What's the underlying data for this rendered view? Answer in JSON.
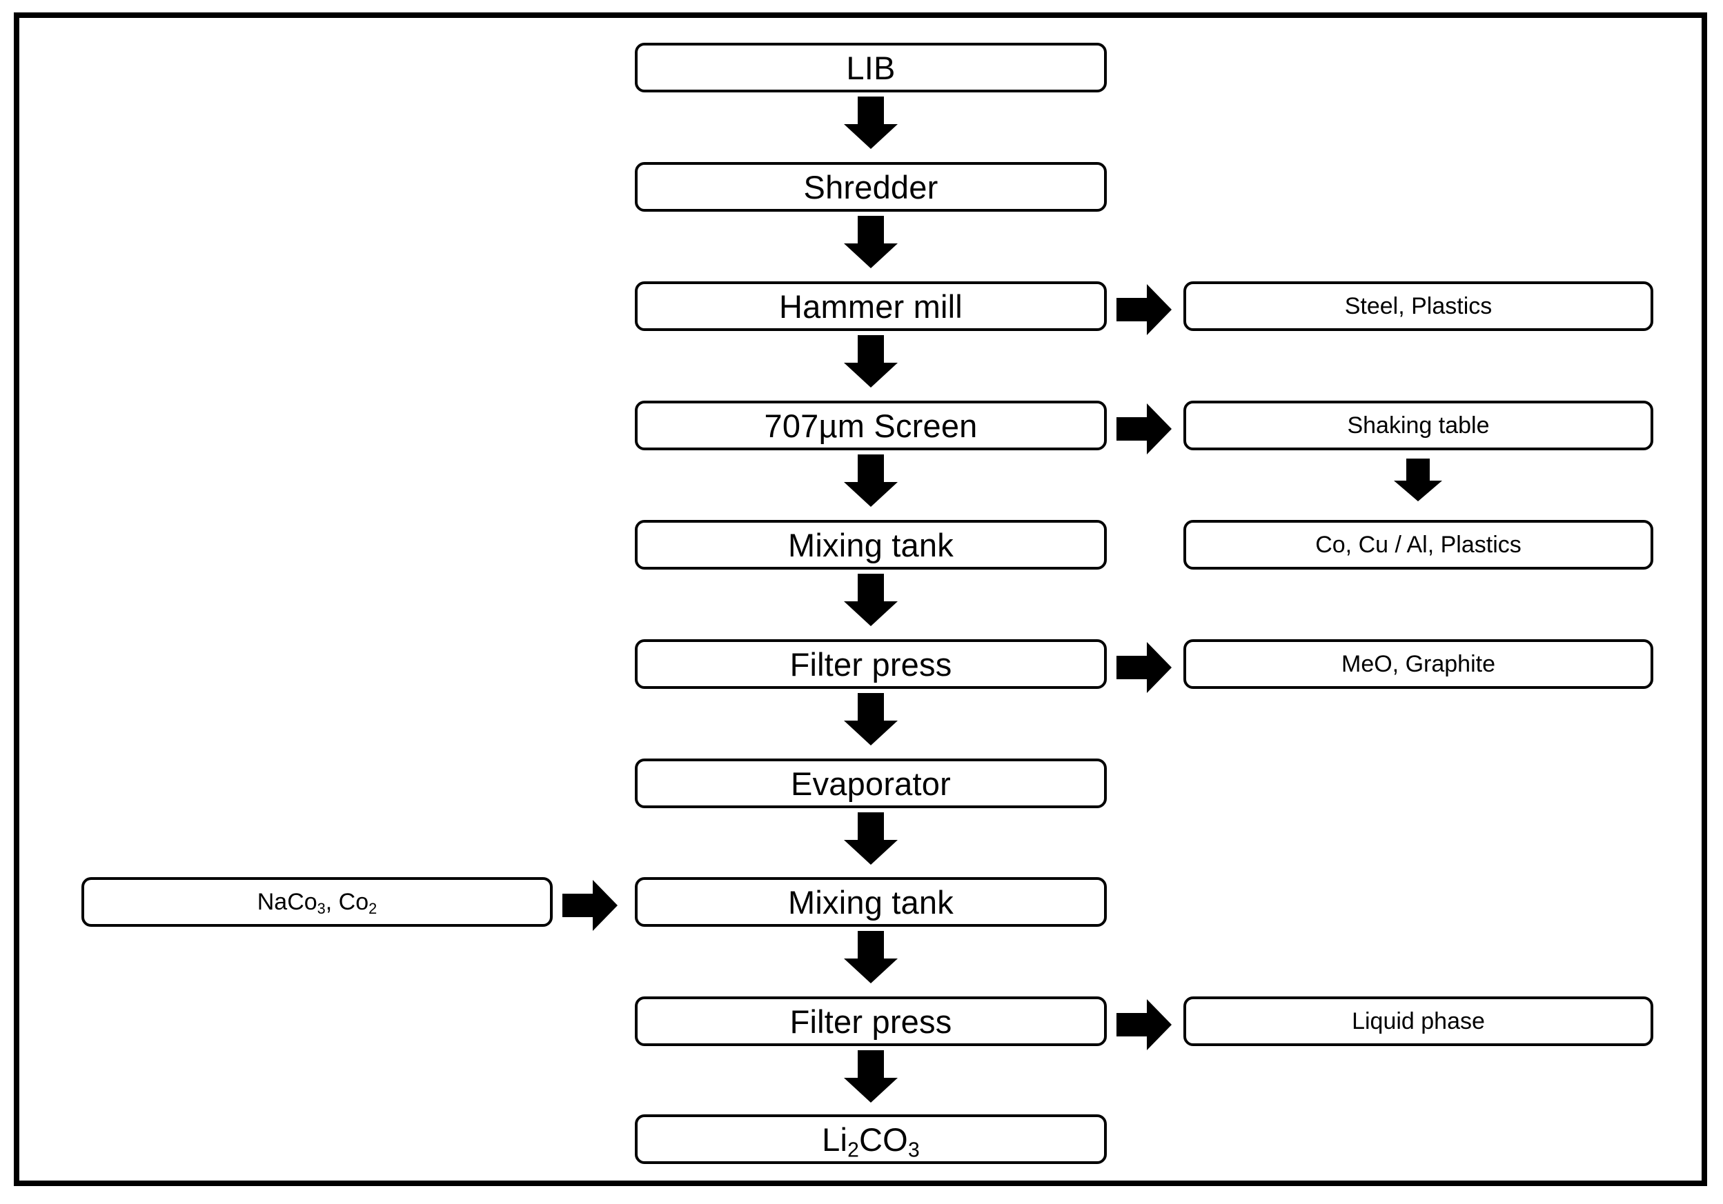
{
  "diagram": {
    "title_visible": false,
    "border_color": "#000000",
    "box_fill": "#ffffff",
    "box_border_color": "#000000",
    "arrow_color": "#000000",
    "main_column": [
      {
        "id": "lib",
        "label": "LIB"
      },
      {
        "id": "shredder",
        "label": "Shredder"
      },
      {
        "id": "hammer-mill",
        "label": "Hammer mill"
      },
      {
        "id": "screen-707",
        "label": "707µm Screen"
      },
      {
        "id": "mixing-tank-1",
        "label": "Mixing tank"
      },
      {
        "id": "filter-press-1",
        "label": "Filter press"
      },
      {
        "id": "evaporator",
        "label": "Evaporator"
      },
      {
        "id": "mixing-tank-2",
        "label": "Mixing tank"
      },
      {
        "id": "filter-press-2",
        "label": "Filter press"
      },
      {
        "id": "li2co3",
        "label_html": "Li<sub>2</sub>CO<sub>3</sub>",
        "label": "Li2CO3"
      }
    ],
    "side_column": [
      {
        "id": "steel-plastics",
        "label": "Steel, Plastics",
        "from": "hammer-mill"
      },
      {
        "id": "shaking-table",
        "label": "Shaking table",
        "from": "screen-707"
      },
      {
        "id": "co-cu-al-plastics",
        "label": "Co, Cu / Al, Plastics",
        "from": "shaking-table"
      },
      {
        "id": "meo-graphite",
        "label": "MeO, Graphite",
        "from": "filter-press-1"
      },
      {
        "id": "liquid-phase",
        "label": "Liquid phase",
        "from": "filter-press-2"
      }
    ],
    "reagent_inputs": [
      {
        "id": "naco3-co2",
        "label_html": "NaCo<sub>3</sub>, Co<sub>2</sub>",
        "label": "NaCo3, Co2",
        "to": "mixing-tank-2"
      }
    ],
    "connectors": {
      "vertical_down_count": 9,
      "horizontal_right_count": 5,
      "side_vertical_down_count": 1,
      "reagent_right_count": 1
    }
  }
}
